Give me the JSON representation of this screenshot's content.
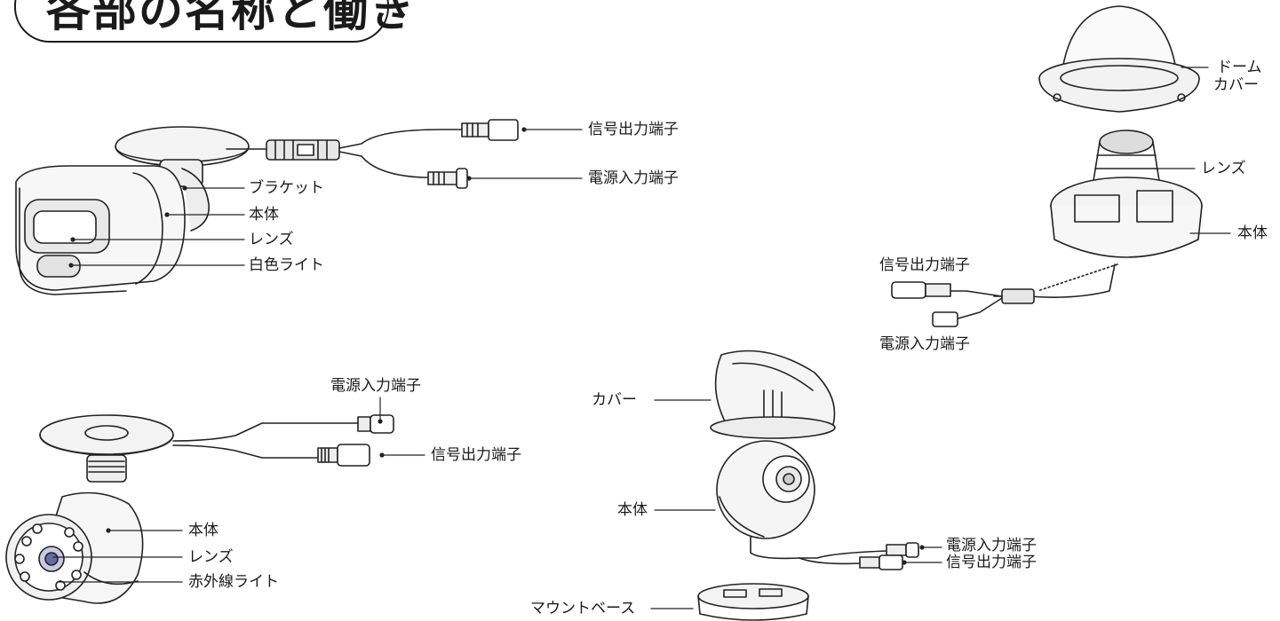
{
  "title": "各部の名称と働き",
  "bullet_camera": {
    "signal_out": "信号出力端子",
    "power_in": "電源入力端子",
    "bracket": "ブラケット",
    "body": "本体",
    "lens": "レンズ",
    "white_light": "白色ライト"
  },
  "dome_camera": {
    "dome_cover_line1": "ドーム",
    "dome_cover_line2": "カバー",
    "lens": "レンズ",
    "body": "本体",
    "signal_out": "信号出力端子",
    "power_in": "電源入力端子"
  },
  "ir_bullet_camera": {
    "power_in": "電源入力端子",
    "signal_out": "信号出力端子",
    "body": "本体",
    "lens": "レンズ",
    "ir_light": "赤外線ライト"
  },
  "eyeball_camera": {
    "cover": "カバー",
    "body": "本体",
    "power_in": "電源入力端子",
    "signal_out": "信号出力端子",
    "mount_base": "マウントベース"
  }
}
